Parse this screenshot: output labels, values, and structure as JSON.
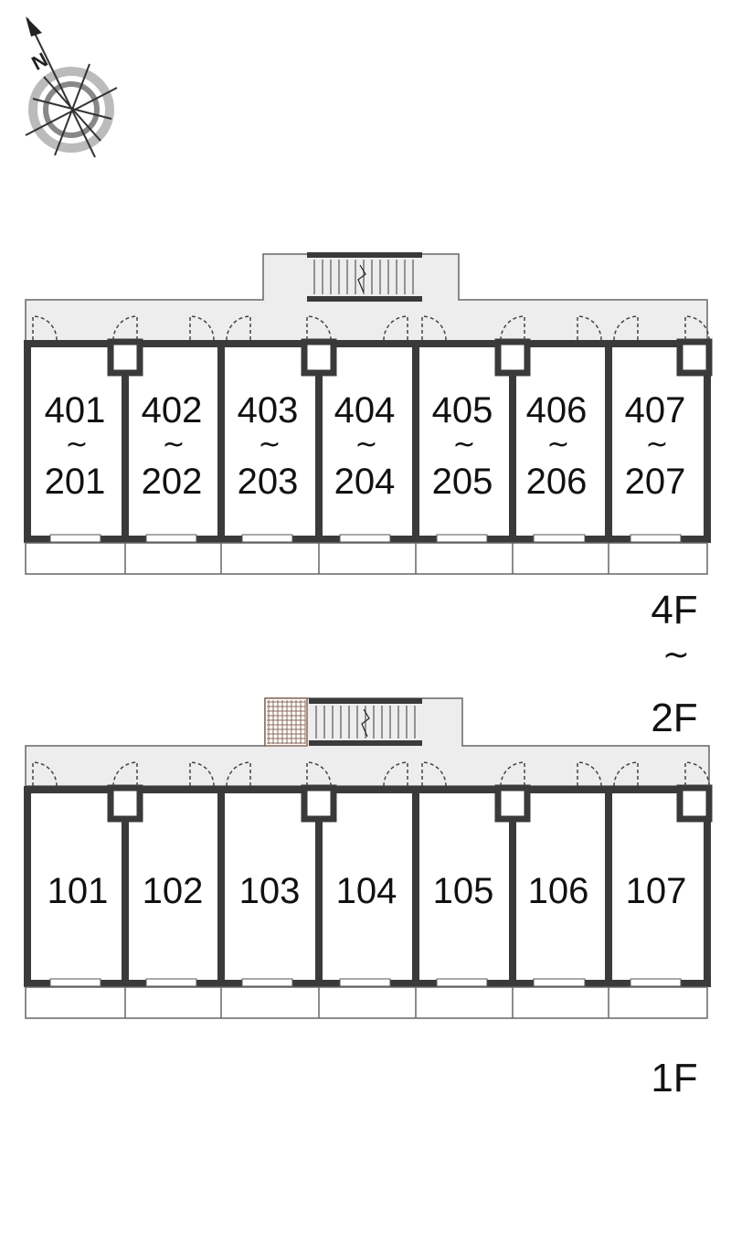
{
  "compass": {
    "north_letter": "N",
    "icon": "compass-rose-icon"
  },
  "upper_block": {
    "floor_label_top": "4F",
    "floor_label_sep": "~",
    "floor_label_bottom": "2F",
    "units": [
      {
        "top": "401",
        "sep": "~",
        "bottom": "201"
      },
      {
        "top": "402",
        "sep": "~",
        "bottom": "202"
      },
      {
        "top": "403",
        "sep": "~",
        "bottom": "203"
      },
      {
        "top": "404",
        "sep": "~",
        "bottom": "204"
      },
      {
        "top": "405",
        "sep": "~",
        "bottom": "205"
      },
      {
        "top": "406",
        "sep": "~",
        "bottom": "206"
      },
      {
        "top": "407",
        "sep": "~",
        "bottom": "207"
      }
    ]
  },
  "lower_block": {
    "floor_label": "1F",
    "units": [
      "101",
      "102",
      "103",
      "104",
      "105",
      "106",
      "107"
    ]
  },
  "colors": {
    "wall": "#3a3a3a",
    "corridor": "#ededed",
    "stair_mesh": "#8a6a5a"
  }
}
